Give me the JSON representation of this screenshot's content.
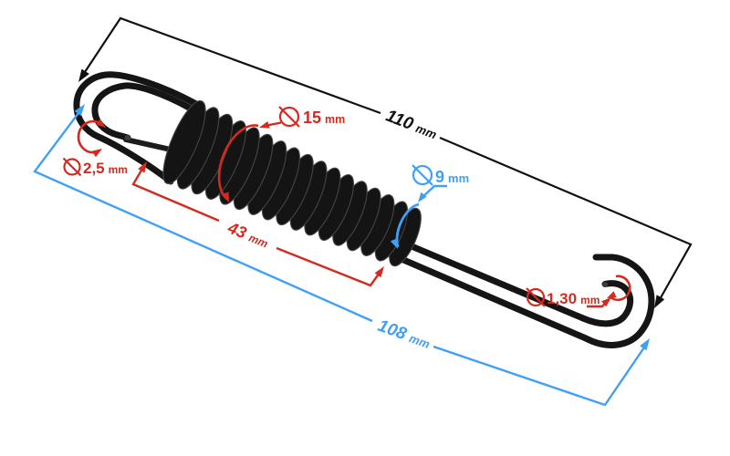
{
  "image": {
    "subject_label": "extension spring with hooks, dimensioned",
    "background_color": "#ffffff"
  },
  "colors": {
    "dimension_black": "#111111",
    "dimension_red": "#d32b20",
    "dimension_blue": "#42a0f4",
    "spring_wire": "#141414"
  },
  "annotations": {
    "total_length": {
      "value": "110",
      "unit": "mm",
      "color": "#111111",
      "style": "outer overall length, black"
    },
    "outer_length": {
      "value": "108",
      "unit": "mm",
      "color": "#42a0f4",
      "style": "hook-to-hook length, blue"
    },
    "coil_body_length": {
      "value": "43",
      "unit": "mm",
      "color": "#d32b20",
      "style": "coil body length, red"
    },
    "large_coil_diameter": {
      "value": "15",
      "unit": "mm",
      "color": "#d32b20",
      "symbol": "diameter"
    },
    "small_coil_diameter": {
      "value": "9",
      "unit": "mm",
      "color": "#42a0f4",
      "symbol": "diameter"
    },
    "left_wire_diameter": {
      "value": "2,5",
      "unit": "mm",
      "color": "#d32b20",
      "symbol": "diameter"
    },
    "right_wire_diameter": {
      "value": "1,30",
      "unit": "mm",
      "color": "#d32b20",
      "symbol": "diameter"
    }
  }
}
